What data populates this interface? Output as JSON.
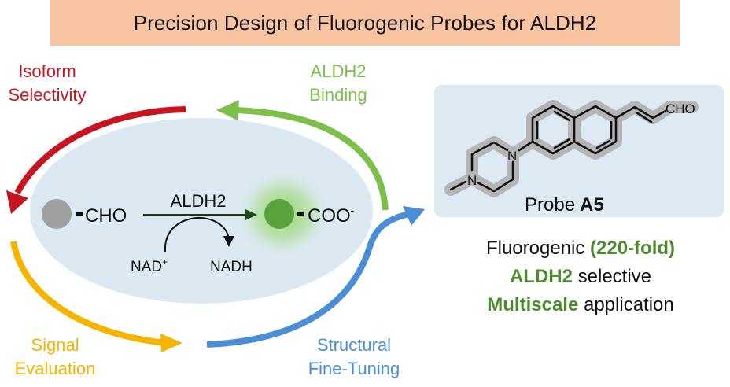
{
  "title": "Precision Design of Fluorogenic Probes for ALDH2",
  "cycle": {
    "steps": [
      {
        "label_line1": "Isoform",
        "label_line2": "Selectivity",
        "color": "#c8141e"
      },
      {
        "label_line1": "ALDH2",
        "label_line2": "Binding",
        "color": "#7cc04a"
      },
      {
        "label_line1": "Signal",
        "label_line2": "Evaluation",
        "color": "#f5b400"
      },
      {
        "label_line1": "Structural",
        "label_line2": "Fine-Tuning",
        "color": "#4a8fd6"
      }
    ]
  },
  "reaction": {
    "substrate_group": "CHO",
    "enzyme": "ALDH2",
    "product_group": "COO",
    "product_charge": "-",
    "cofactor_in": "NAD",
    "cofactor_in_charge": "+",
    "cofactor_out": "NADH",
    "substrate_color": "#a0a0a0",
    "product_color": "#5aa23c",
    "glow_color": "#8fd16a"
  },
  "probe": {
    "name_prefix": "Probe",
    "name_id": "A5",
    "atom_labels": {
      "aldehyde": "CHO",
      "n1": "N",
      "n4": "N"
    }
  },
  "features": [
    {
      "highlight": "",
      "text": "Fluorogenic ",
      "highlight_after": "(220-fold)"
    },
    {
      "highlight": "ALDH2",
      "text": " selective"
    },
    {
      "highlight": "Multiscale",
      "text": " application"
    }
  ],
  "colors": {
    "title_bg": "#f8c3a0",
    "ellipse_bg": "#dce9f2",
    "panel_bg": "#dde9f3",
    "highlight_green": "#4c8a2e"
  }
}
